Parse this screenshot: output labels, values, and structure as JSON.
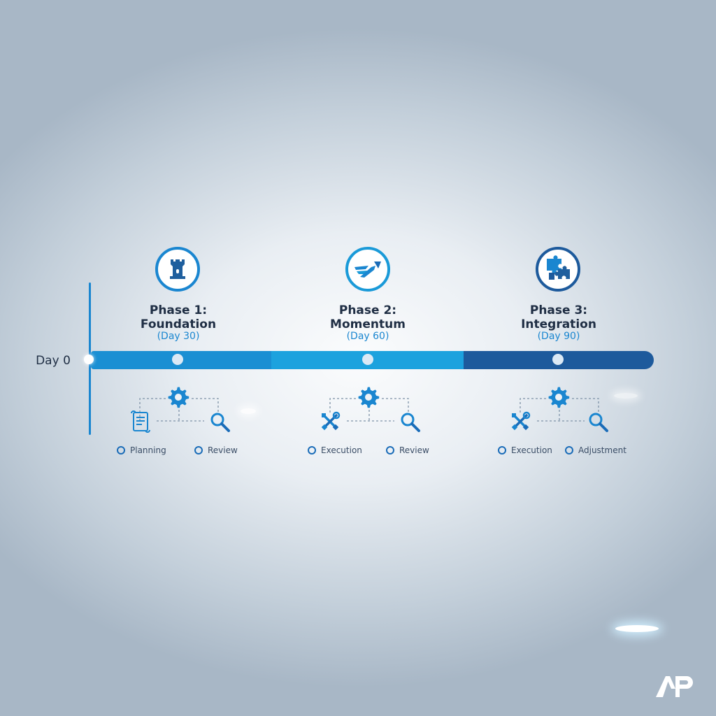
{
  "timeline": {
    "start_label": "Day 0",
    "phases": [
      {
        "title_line1": "Phase 1:",
        "title_line2": "Foundation",
        "day_label": "(Day 30)",
        "icon": "tower-icon",
        "items": [
          {
            "label": "Planning",
            "icon": "scroll-icon"
          },
          {
            "label": "Review",
            "icon": "magnifier-icon"
          }
        ],
        "hub_icon": "gear-icon"
      },
      {
        "title_line1": "Phase 2:",
        "title_line2": "Momentum",
        "day_label": "(Day 60)",
        "icon": "winged-arrow-icon",
        "items": [
          {
            "label": "Execution",
            "icon": "tools-icon"
          },
          {
            "label": "Review",
            "icon": "magnifier-icon"
          }
        ],
        "hub_icon": "gear-icon"
      },
      {
        "title_line1": "Phase 3:",
        "title_line2": "Integration",
        "day_label": "(Day 90)",
        "icon": "puzzle-icon",
        "items": [
          {
            "label": "Execution",
            "icon": "tools-icon"
          },
          {
            "label": "Adjustment",
            "icon": "magnifier-icon"
          }
        ],
        "hub_icon": "gear-icon"
      }
    ]
  },
  "logo": {
    "text": "AP"
  },
  "colors": {
    "phase1": "#1a8fd3",
    "phase2": "#1ca2de",
    "phase3": "#1d5a9c",
    "accent": "#1a86d0",
    "text": "#1f2e44"
  }
}
